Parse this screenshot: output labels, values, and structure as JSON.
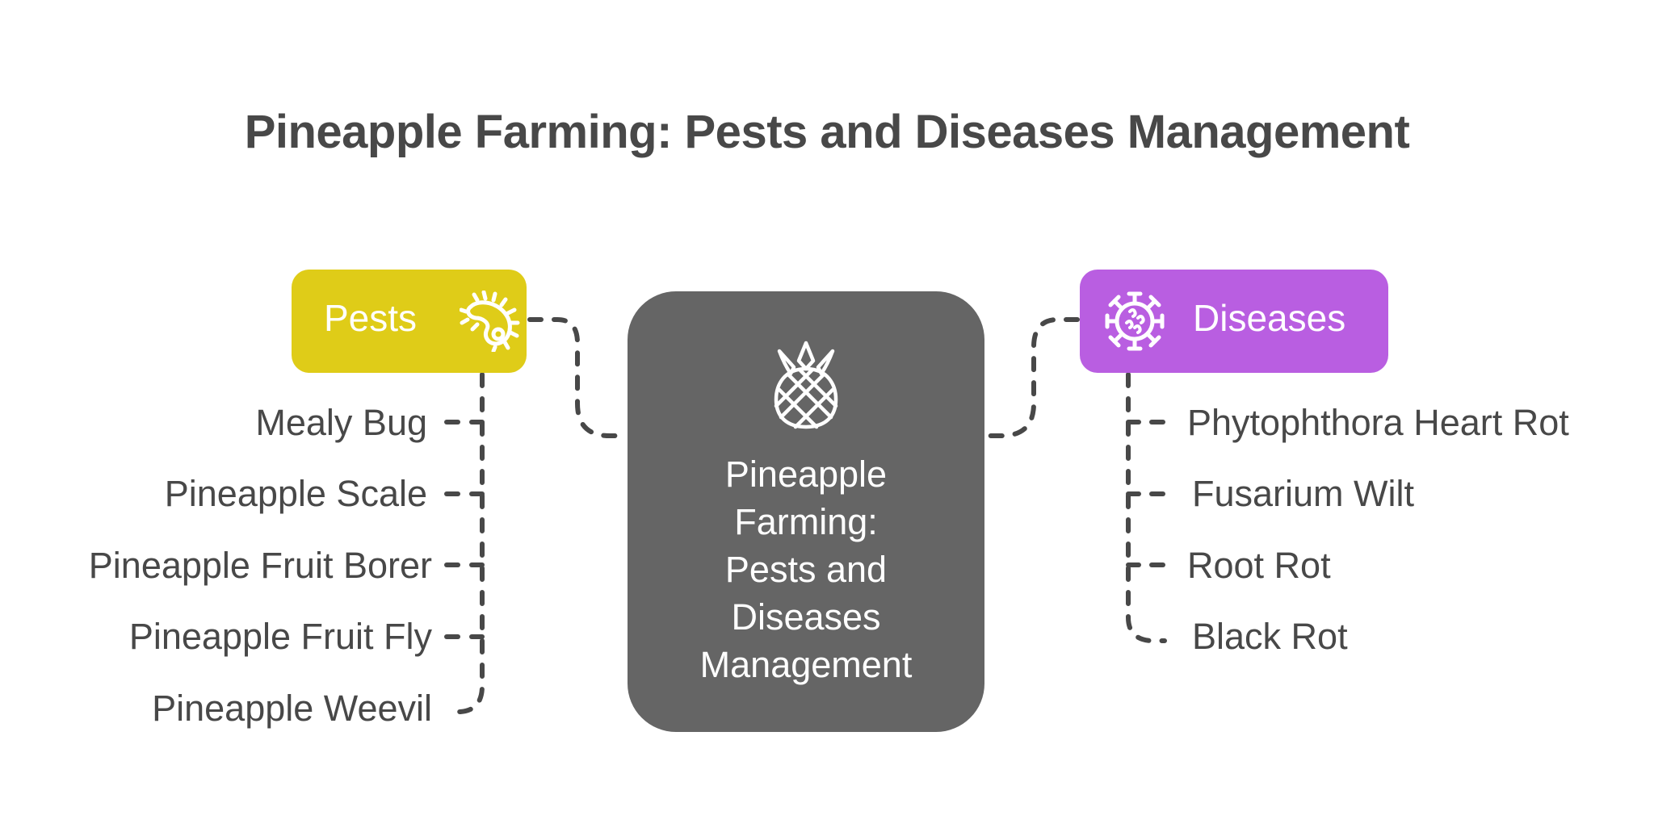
{
  "title": "Pineapple Farming: Pests and Diseases Management",
  "center": {
    "label": "Pineapple\nFarming:\nPests and\nDiseases\nManagement",
    "icon": "pineapple-icon",
    "color": "#656565"
  },
  "pests": {
    "label": "Pests",
    "icon": "pest-larva-icon",
    "color": "#dfcc18",
    "items": [
      "Mealy Bug",
      "Pineapple Scale",
      "Pineapple Fruit Borer",
      "Pineapple Fruit Fly",
      "Pineapple Weevil"
    ]
  },
  "diseases": {
    "label": "Diseases",
    "icon": "virus-icon",
    "color": "#b95ee1",
    "items": [
      "Phytophthora Heart Rot",
      "Fusarium Wilt",
      "Root Rot",
      "Black Rot"
    ]
  },
  "connector_color": "#484848"
}
